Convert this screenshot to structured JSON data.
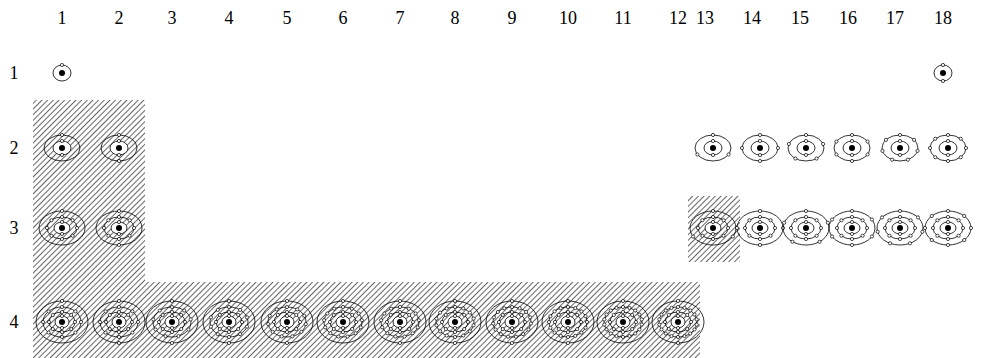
{
  "diagram": {
    "labels": [
      "1",
      "2",
      "3",
      "4",
      "5",
      "6",
      "7",
      "8",
      "9",
      "10",
      "11",
      "12",
      "13",
      "14",
      "15",
      "16",
      "17",
      "18",
      "1",
      "2",
      "3",
      "4"
    ]
  }
}
